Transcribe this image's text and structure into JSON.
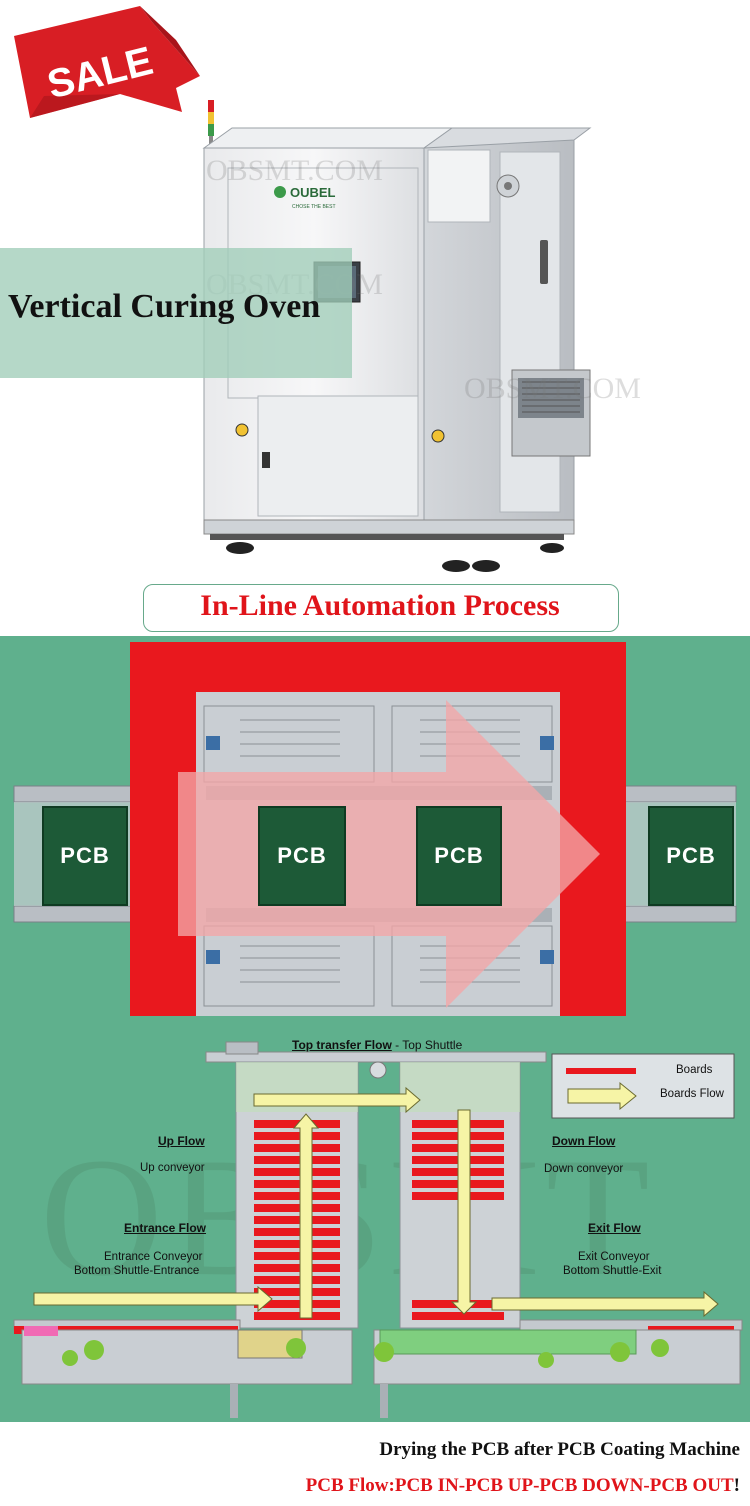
{
  "hero": {
    "sale_badge": "SALE",
    "brand_logo": "OUBEL",
    "brand_tagline": "CHOSE THE BEST",
    "watermark": "OBSMT.COM",
    "title": "Vertical Curing Oven"
  },
  "process": {
    "heading": "In-Line Automation Process",
    "pcb_labels": [
      "PCB",
      "PCB",
      "PCB",
      "PCB"
    ]
  },
  "flow": {
    "top_transfer_heading": "Top transfer  Flow",
    "top_transfer_sub": " - Top Shuttle",
    "legend": {
      "boards": "Boards",
      "boards_flow": "Boards Flow"
    },
    "up_flow": {
      "heading": "Up Flow",
      "desc": "Up conveyor"
    },
    "down_flow": {
      "heading": "Down Flow",
      "desc": "Down conveyor"
    },
    "entrance_flow": {
      "heading": "Entrance Flow",
      "desc1": "Entrance Conveyor",
      "desc2": "Bottom Shuttle-Entrance"
    },
    "exit_flow": {
      "heading": "Exit Flow",
      "desc1": "Exit Conveyor",
      "desc2": "Bottom Shuttle-Exit"
    },
    "watermark": "OBSMT"
  },
  "captions": {
    "line1": "Drying the PCB after PCB Coating Machine",
    "line2": "PCB Flow:PCB IN-PCB UP-PCB DOWN-PCB OUT",
    "line2_end": "!"
  },
  "colors": {
    "sale_red": "#d81e24",
    "accent_red": "#e0141a",
    "green_bg": "#5fb08d",
    "pcb_green": "#1d5a37",
    "flow_yellow": "#f6f4a6"
  }
}
